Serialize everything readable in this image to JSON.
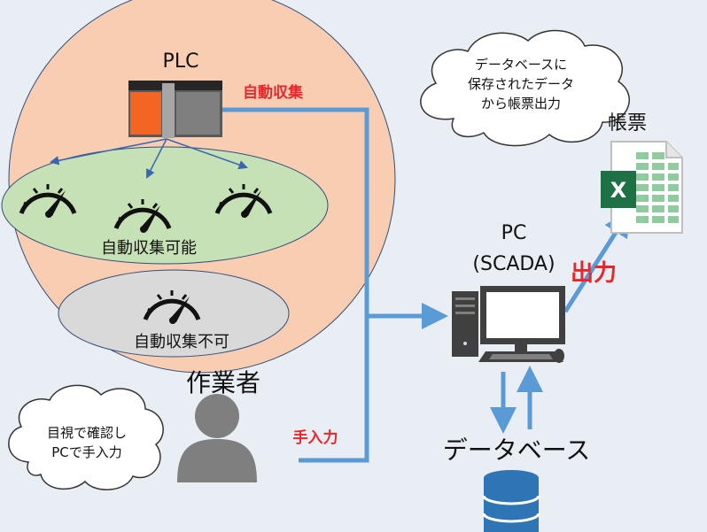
{
  "labels": {
    "plc": "PLC",
    "auto_collect": "自動収集",
    "auto_possible": "自動収集可能",
    "auto_impossible": "自動収集不可",
    "worker": "作業者",
    "manual_input": "手入力",
    "pc": "PC",
    "scada": "(SCADA)",
    "output": "出力",
    "report": "帳票",
    "database": "データベース",
    "excel_letter": "X"
  },
  "clouds": {
    "top": [
      "データベースに",
      "保存されたデータ",
      "から帳票出力"
    ],
    "bottom": [
      "目視で確認し",
      "PCで手入力"
    ]
  },
  "colors": {
    "background": "#E9EEF5",
    "plc_circle": "#F9CDB2",
    "auto_ellipse": "#C6E1B5",
    "manual_ellipse": "#D9D9D9",
    "arrow": "#5B9BD5",
    "accent_red": "#E8262B",
    "excel_green": "#1E7145",
    "database": "#2E75B6"
  }
}
